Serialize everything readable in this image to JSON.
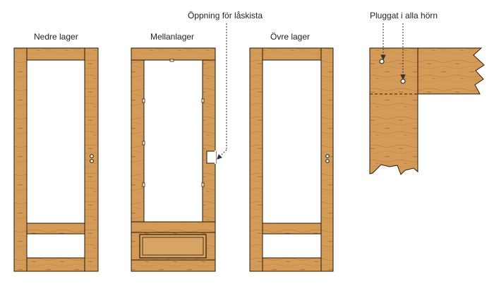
{
  "labels": {
    "nedre": "Nedre lager",
    "mellan": "Mellanlager",
    "ovre": "Övre lager",
    "oppning": "Öppning för låskista",
    "plugg": "Pluggat i alla hörn"
  },
  "colors": {
    "wood": "#d39b57",
    "wood_light": "#dca76a",
    "grain": "#8a5a27",
    "outline": "#2a1a0a",
    "background": "#ffffff"
  }
}
